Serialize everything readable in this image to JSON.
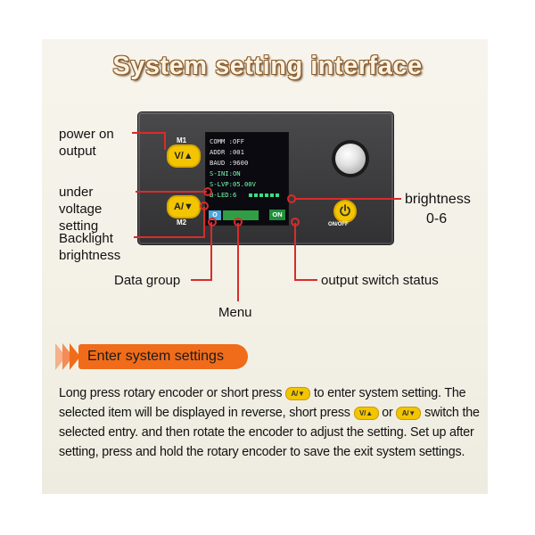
{
  "title": "System setting interface",
  "device": {
    "m1_label": "M1",
    "m2_label": "M2",
    "v_button": "V/▲",
    "a_button": "A/▼",
    "onoff_label": "ON/OFF",
    "power_icon": "power-icon",
    "screen_lines": [
      "COMM :OFF",
      "ADDR :001",
      "BAUD :9600",
      "S-INI:ON",
      "S-LVP:05.00V",
      "B-LED:6"
    ],
    "menu_badge": "O",
    "group_badge": "",
    "on_badge": "ON"
  },
  "annotations": {
    "power_on_output": "power on output",
    "under_voltage": "under voltage setting",
    "backlight": "Backlight brightness",
    "data_group": "Data group",
    "menu": "Menu",
    "brightness": "brightness",
    "brightness_range": "0-6",
    "output_switch": "output switch status"
  },
  "section": {
    "header": "Enter system settings"
  },
  "paragraph": {
    "p1": "Long press rotary encoder or short press",
    "p2": "to enter system setting.",
    "p3": "The selected item will be displayed in reverse, short press",
    "p4": "or",
    "p5": "switch the selected entry. and then rotate the encoder to adjust the setting. Set up after setting, press and hold the rotary encoder to save the exit  system settings.",
    "btn_a": "A/▼",
    "btn_v": "V/▲"
  },
  "colors": {
    "annotation_line": "#d92b2b",
    "section_orange": "#f06c1a",
    "button_yellow": "#f2c500"
  }
}
